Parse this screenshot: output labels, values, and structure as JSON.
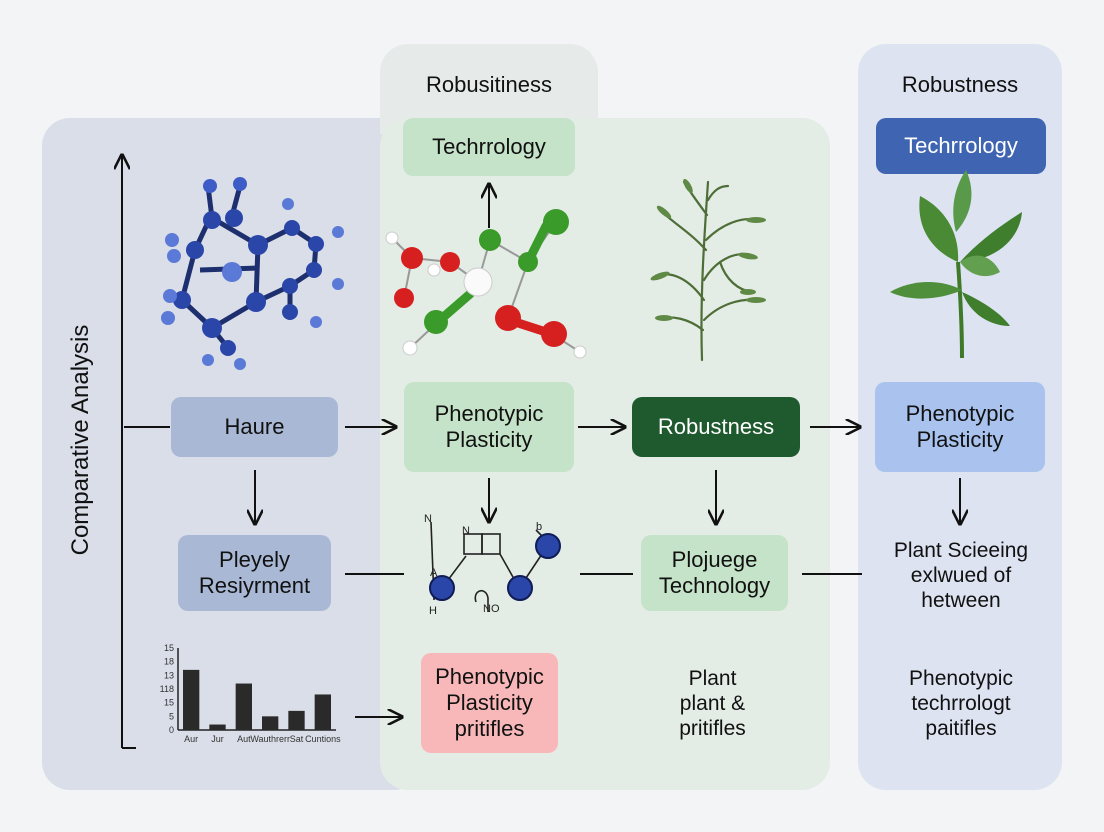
{
  "axis_label": "Comparative Analysis",
  "middle": {
    "title": "Robusitiness",
    "tech": "Techrrology",
    "pheno": "Phenotypic\nPlasticity",
    "molecule_labels": [
      "N",
      "N",
      "b",
      "A",
      "H",
      "NO"
    ],
    "profiles": "Phenotypic\nPlasticity\npritifles"
  },
  "left": {
    "haure": "Haure",
    "pleyely": "Pleyely\nResiyrment"
  },
  "center": {
    "robustness": "Robustness",
    "plojuege": "Plojuege\nTechnology",
    "plant": "Plant\nplant &\npritifles"
  },
  "right": {
    "title": "Robustness",
    "tech": "Techrrology",
    "pheno": "Phenotypic\nPlasticity",
    "plant_text": "Plant Scieeing\nexlwued of\nhetween",
    "bottom_text": "Phenotypic\ntechrrologt\npaitifles"
  },
  "colors": {
    "green_box": "#c5e3c8",
    "dark_green": "#1e5a2e",
    "blue_dark": "#3f64b1",
    "pink_box": "#f8b8ba",
    "atom_blue": "#2a46a8",
    "atom_red": "#d62020",
    "atom_green": "#3a9a2a"
  },
  "chart_data": {
    "type": "bar",
    "categories": [
      "Aur",
      "Jur",
      "Aut",
      "Wauthrerr",
      "Sat",
      "Cuntions"
    ],
    "values": [
      11,
      1,
      8.5,
      2.5,
      3.5,
      6.5
    ],
    "yticks": [
      "15",
      "18",
      "13",
      "118",
      "15",
      "5",
      "0"
    ],
    "ylim": [
      0,
      15
    ],
    "title": "",
    "xlabel": "",
    "ylabel": ""
  }
}
